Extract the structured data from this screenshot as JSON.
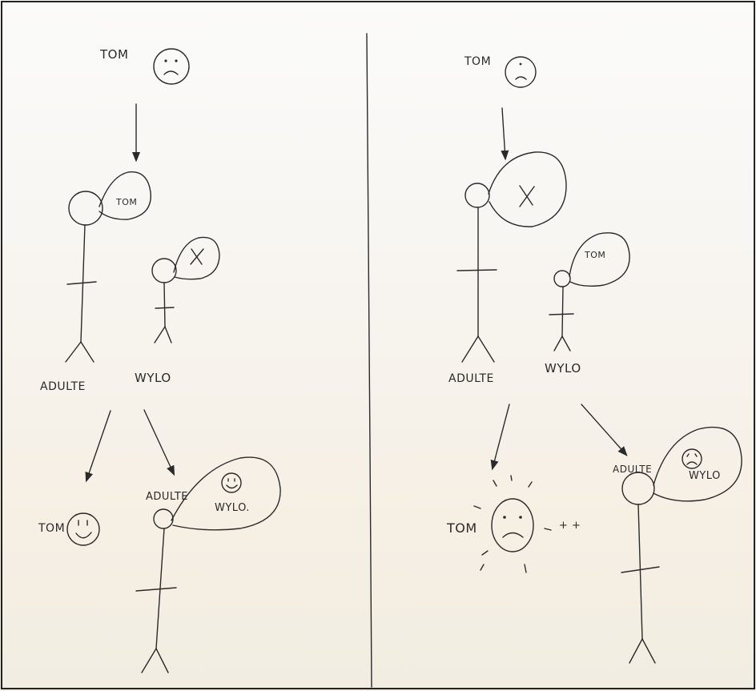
{
  "colors": {
    "ink": "#2a2a2a",
    "paper": "#f8f5ef",
    "border": "#222222"
  },
  "left_panel": {
    "top_name": "TOM",
    "adult_bubble_text": "TOM",
    "label_adult": "ADULTE",
    "label_child": "WYLO",
    "bottom_tom": "TOM",
    "bottom_adult_label": "ADULTE",
    "bottom_bubble_text": "WYLO."
  },
  "right_panel": {
    "top_name": "TOM",
    "child_bubble_text": "TOM",
    "label_adult": "ADULTE",
    "label_child": "WYLO",
    "bottom_tom": "TOM",
    "plus_marks": "+ +",
    "bottom_adult_label": "ADULTE",
    "bottom_bubble_text": "WYLO"
  }
}
